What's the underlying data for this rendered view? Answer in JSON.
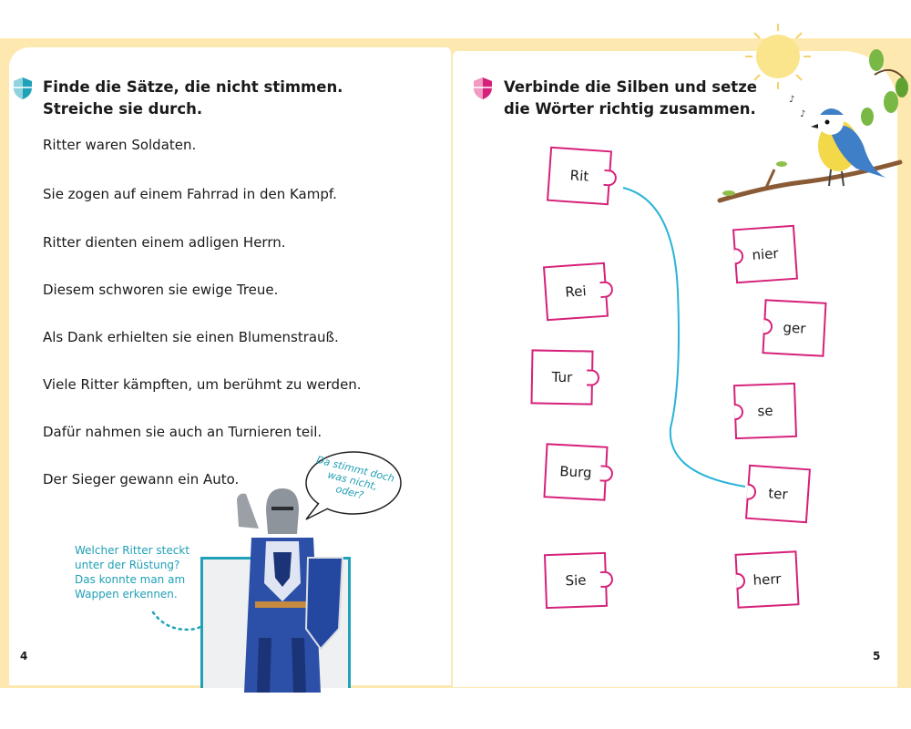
{
  "left_page": {
    "heading": [
      "Finde die Sätze, die nicht stimmen.",
      "Streiche sie durch."
    ],
    "sentences": [
      "Ritter waren Soldaten.",
      "Sie zogen auf einem Fahrrad in den Kampf.",
      "Ritter dienten einem adligen Herrn.",
      "Diesem schworen sie ewige Treue.",
      "Als Dank erhielten sie einen Blumenstrauß.",
      "Viele Ritter kämpften, um berühmt zu werden.",
      "Dafür nahmen sie auch an Turnieren teil.",
      "Der Sieger gewann ein Auto."
    ],
    "speech_bubble": [
      "Da stimmt doch",
      "was nicht, oder?"
    ],
    "hint": [
      "Welcher Ritter steckt",
      "unter der Rüstung?",
      "Das konnte man am",
      "Wappen erkennen."
    ],
    "page_number": "4"
  },
  "right_page": {
    "heading": [
      "Verbinde die Silben und setze",
      "die Wörter richtig zusammen."
    ],
    "left_syllables": [
      "Rit",
      "Rei",
      "Tur",
      "Burg",
      "Sie"
    ],
    "right_syllables": [
      "nier",
      "ger",
      "se",
      "ter",
      "herr"
    ],
    "page_number": "5"
  },
  "colors": {
    "page_background": "#fde9b0",
    "teal_accent": "#1fa2b8",
    "magenta_accent": "#d6207a",
    "connector_line": "#29b3d9"
  },
  "icons": [
    "shield-icon-teal",
    "shield-icon-magenta",
    "sun-icon",
    "bird-icon",
    "knight-image"
  ]
}
